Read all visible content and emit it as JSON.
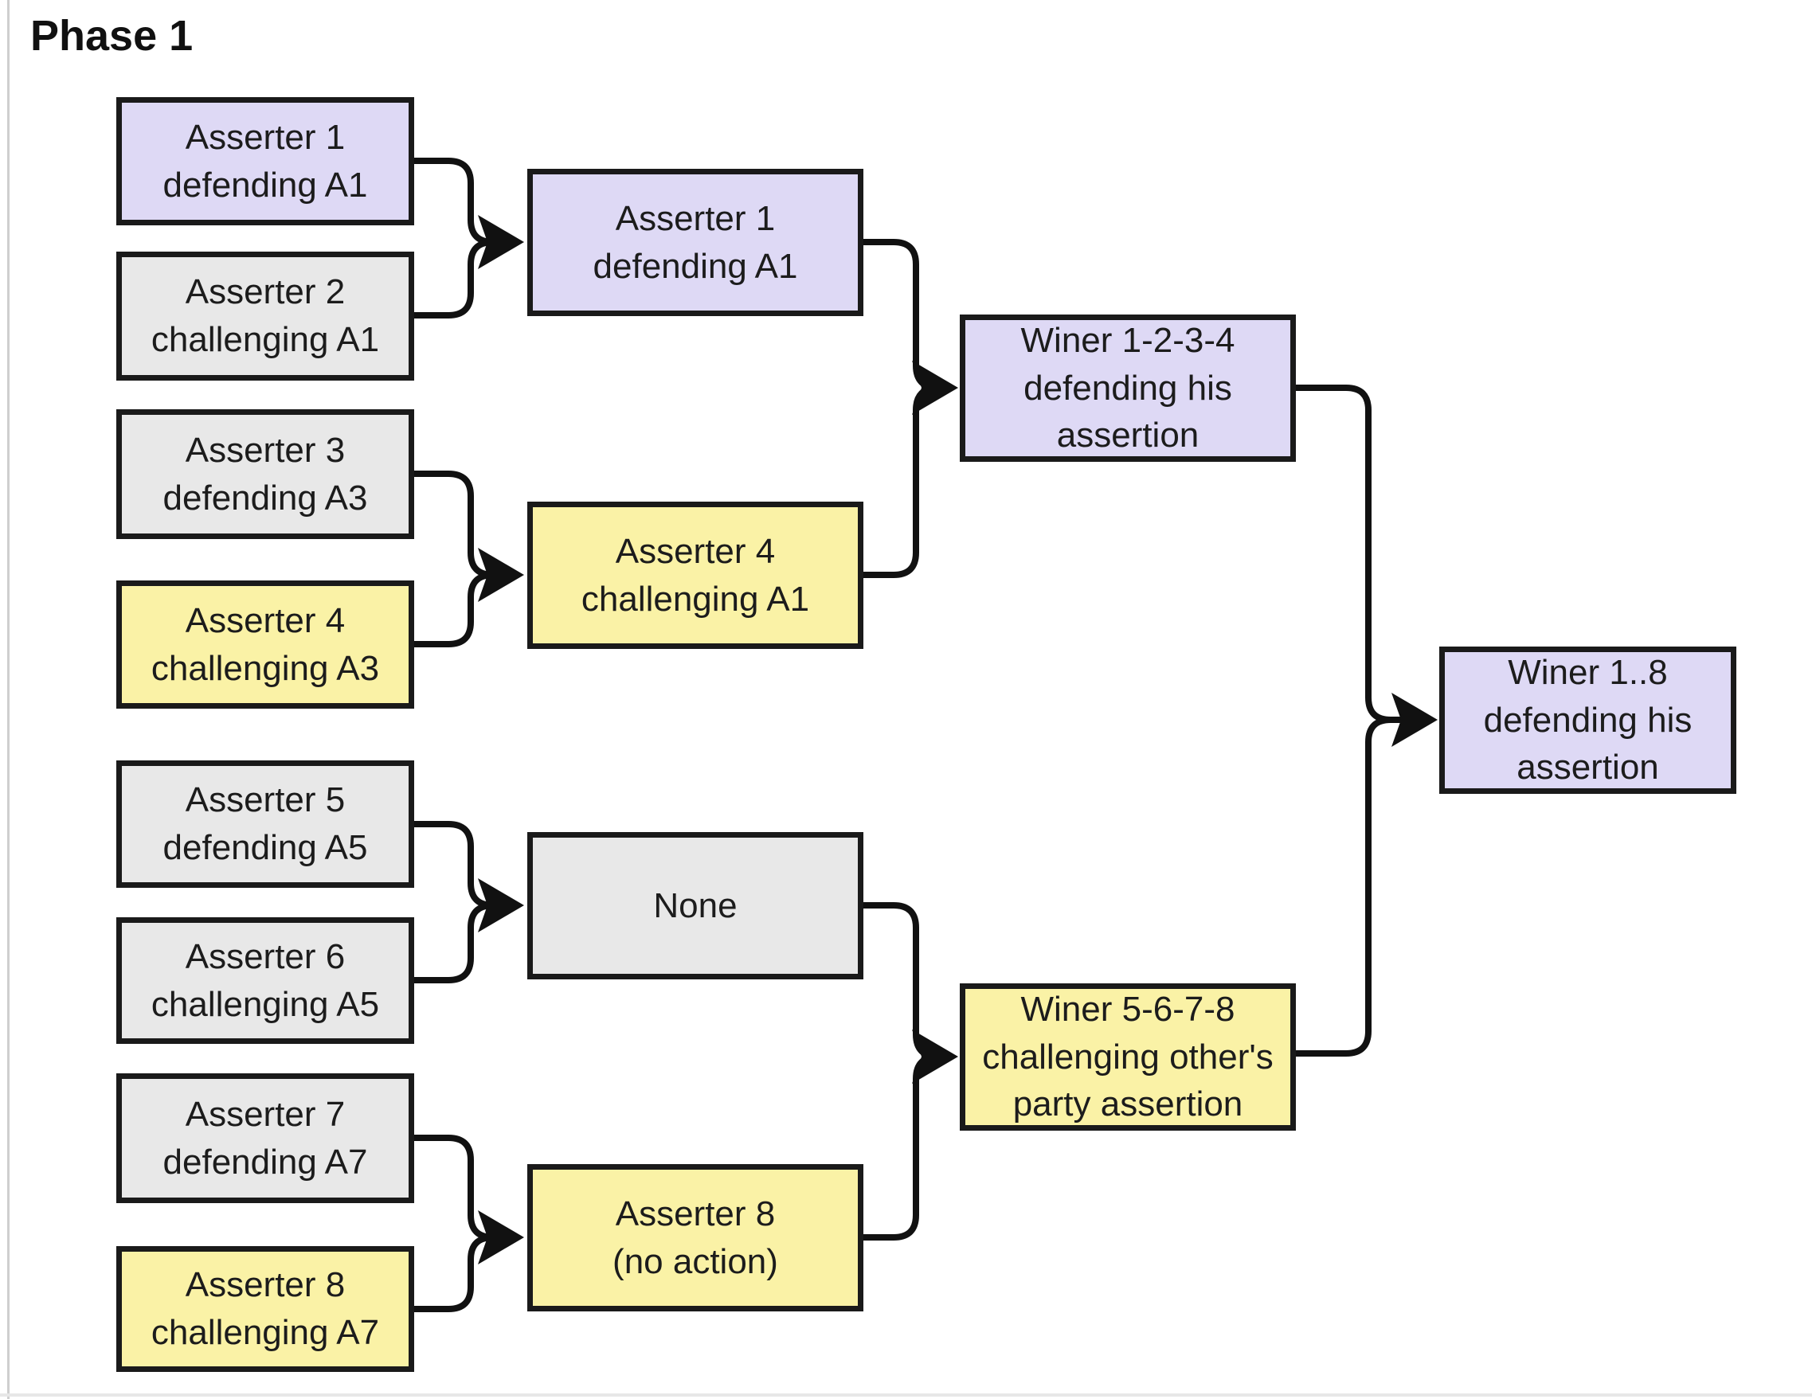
{
  "title": "Phase 1",
  "colors": {
    "lavender_fill": "#DED9F5",
    "yellow_fill": "#FAF2A6",
    "gray_fill": "#E8E8E8",
    "node_border": "#1A1A1A",
    "edge_line": "#111111",
    "background": "#FFFFFF",
    "frame_line": "#CFCFCF"
  },
  "diagram": {
    "round1": [
      {
        "label": "Asserter 1\ndefending A1",
        "color": "lavender"
      },
      {
        "label": "Asserter 2\nchallenging A1",
        "color": "gray"
      },
      {
        "label": "Asserter 3\ndefending A3",
        "color": "gray"
      },
      {
        "label": "Asserter 4\nchallenging A3",
        "color": "yellow"
      },
      {
        "label": "Asserter 5\ndefending A5",
        "color": "gray"
      },
      {
        "label": "Asserter 6\nchallenging A5",
        "color": "gray"
      },
      {
        "label": "Asserter 7\ndefending A7",
        "color": "gray"
      },
      {
        "label": "Asserter 8\nchallenging A7",
        "color": "yellow"
      }
    ],
    "round2": [
      {
        "label": "Asserter 1\ndefending A1",
        "color": "lavender"
      },
      {
        "label": "Asserter 4\nchallenging A1",
        "color": "yellow"
      },
      {
        "label": "None",
        "color": "gray"
      },
      {
        "label": "Asserter 8\n(no action)",
        "color": "yellow"
      }
    ],
    "round3": [
      {
        "label": "Winer 1-2-3-4\ndefending his\nassertion",
        "color": "lavender"
      },
      {
        "label": "Winer 5-6-7-8\nchallenging other's\nparty assertion",
        "color": "yellow"
      }
    ],
    "final": [
      {
        "label": "Winer 1..8\ndefending his\nassertion",
        "color": "lavender"
      }
    ]
  }
}
